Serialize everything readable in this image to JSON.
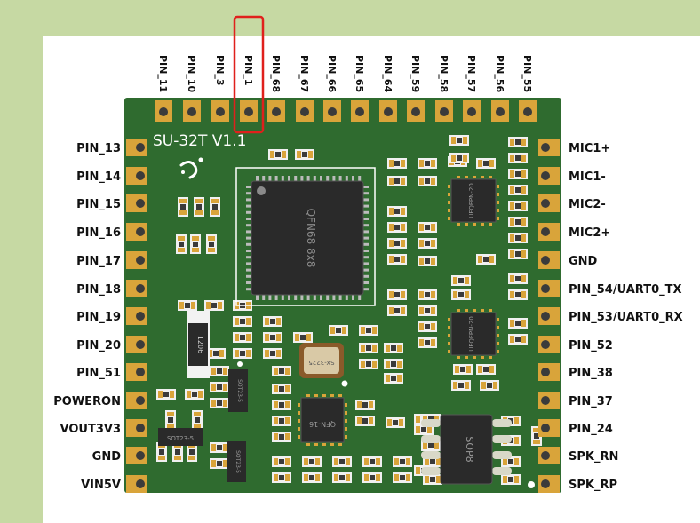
{
  "board": {
    "title": "SU-32T V1.1",
    "logo_icon": "brand-logo-icon",
    "colors": {
      "background": "#c6d9a3",
      "pcb": "#2f6b2f",
      "pad": "#d9a43a",
      "chip": "#2a2a2a",
      "highlight": "#e0201c"
    }
  },
  "top_pins": [
    "PIN_11",
    "PIN_10",
    "PIN_3",
    "PIN_1",
    "PIN_68",
    "PIN_67",
    "PIN_66",
    "PIN_65",
    "PIN_64",
    "PIN_59",
    "PIN_58",
    "PIN_57",
    "PIN_56",
    "PIN_55"
  ],
  "left_pins": [
    "PIN_13",
    "PIN_14",
    "PIN_15",
    "PIN_16",
    "PIN_17",
    "PIN_18",
    "PIN_19",
    "PIN_20",
    "PIN_51",
    "POWERON",
    "VOUT3V3",
    "GND",
    "VIN5V"
  ],
  "right_pins": [
    "MIC1+",
    "MIC1-",
    "MIC2-",
    "MIC2+",
    "GND",
    "PIN_54/UART0_TX",
    "PIN_53/UART0_RX",
    "PIN_52",
    "PIN_38",
    "PIN_37",
    "PIN_24",
    "SPK_RN",
    "SPK_RP"
  ],
  "highlighted_pin": "PIN_1",
  "components": {
    "main_chip": "QFN68 8x8",
    "ufqfpn20_top": "UFQFPN-20",
    "ufqfpn20_bottom": "UFQFPN-20",
    "qfn16": "QFN-16",
    "crystal": "SX-3225",
    "sop8": "SOP8",
    "sot23_left": "SOT23-5",
    "sot23_mid": "SOT23-5",
    "sot23_bottom": "SOT23-5",
    "inductor": "1206"
  }
}
